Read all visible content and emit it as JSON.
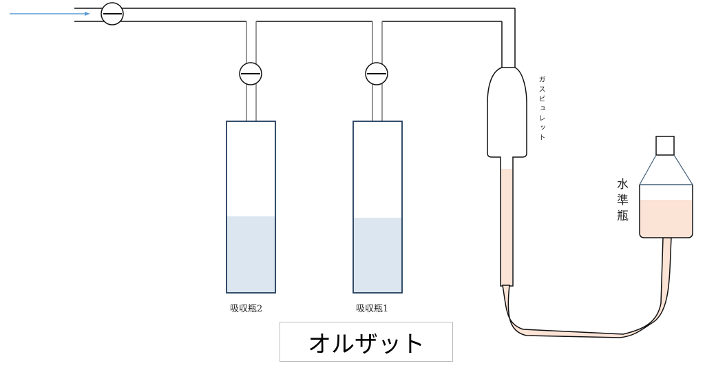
{
  "title": "オルザット",
  "labels": {
    "absorber_2": "吸収瓶2",
    "absorber_1": "吸収瓶1",
    "gas_burette": "ガスビュレット",
    "leveling_bottle": "水準瓶"
  },
  "colors": {
    "absorbent_liquid": "#dce6f1",
    "burette_liquid": "#fbe3d6",
    "inlet_arrow": "#5b9bd5",
    "bottle_neck_lines": "#44607a"
  },
  "levels": {
    "absorber_2_fill_fraction": 0.45,
    "absorber_1_fill_fraction": 0.44,
    "burette_fill_fraction": 0.91,
    "leveling_bottle_fill_fraction": 0.7
  }
}
